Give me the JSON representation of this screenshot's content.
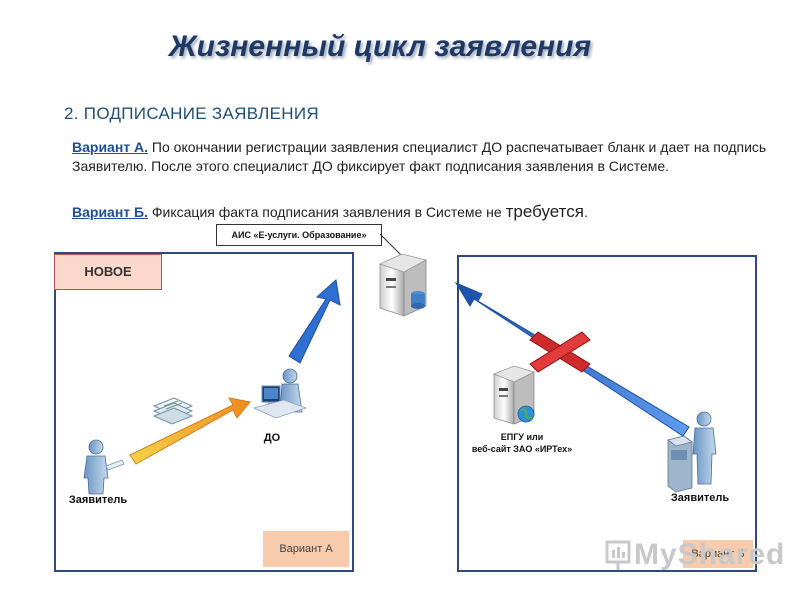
{
  "title": "Жизненный цикл заявления",
  "section": "2. ПОДПИСАНИЕ ЗАЯВЛЕНИЯ",
  "variant_a": {
    "lead": "Вариант А.",
    "text": " По окончании регистрации заявления специалист ДО распечатывает бланк и дает на подпись Заявителю. После этого специалист ДО фиксирует факт подписания заявления в Системе."
  },
  "variant_b": {
    "lead": "Вариант Б.",
    "text": " Фиксация факта подписания заявления в  Системе не ",
    "emph": "требуется",
    "end": "."
  },
  "diagram": {
    "ais_label": "АИС «Е-услуги. Образование»",
    "status_badge": "НОВОЕ",
    "left_panel": {
      "do_label": "ДО",
      "applicant_label": "Заявитель",
      "tag": "Вариант А"
    },
    "right_panel": {
      "epgu_line1": "ЕПГУ или",
      "epgu_line2": "веб-сайт ЗАО «ИРТех»",
      "applicant_label": "Заявитель",
      "tag": "Вариант Б"
    }
  },
  "watermark": "MyShared",
  "colors": {
    "title": "#1f3864",
    "arrow_blue": "#2e6fd1",
    "arrow_orange": "#f2a535",
    "cross_red": "#d12a2a",
    "panel_border": "#2f4a7a",
    "badge_fill": "#fbd8cc"
  }
}
